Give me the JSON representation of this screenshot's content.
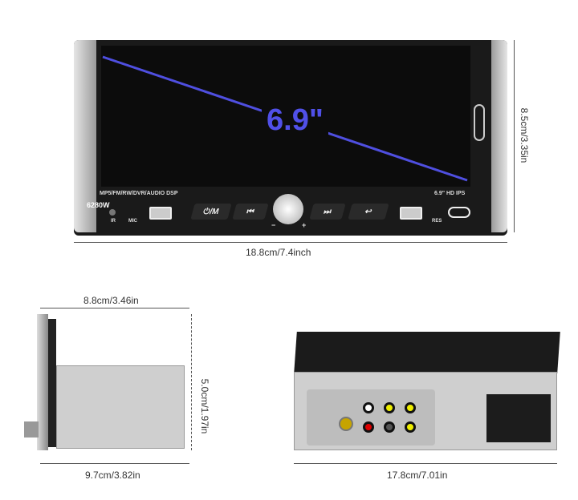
{
  "front": {
    "screen_size": "6.9\"",
    "features": "MP5/FM/RW/DVR/AUDIO DSP",
    "display": "6.9\" HD IPS",
    "model": "6280W",
    "buttons": {
      "power_mode": "⏻/M",
      "prev": "⏮",
      "next": "⏭",
      "back": "↩"
    },
    "labels": {
      "ir": "IR",
      "mic": "MIC",
      "res": "RES",
      "minus": "−",
      "plus": "+"
    },
    "accent_color": "#4f4fe0"
  },
  "dimensions": {
    "front_width": "18.8cm/7.4inch",
    "front_height": "8.5cm/3.35in",
    "side_depth_top": "8.8cm/3.46in",
    "side_height": "5.0cm/1.97in",
    "side_depth_bottom": "9.7cm/3.82in",
    "rear_width": "17.8cm/7.01in"
  }
}
